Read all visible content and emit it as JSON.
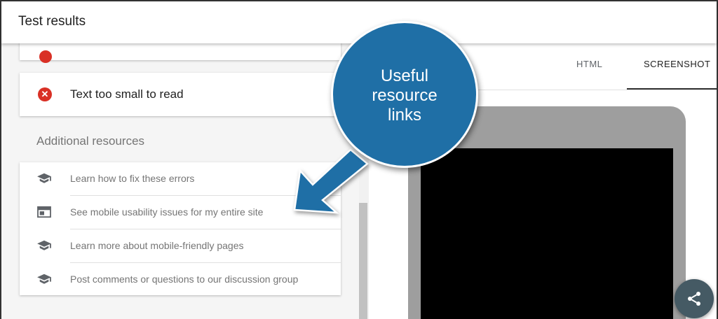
{
  "header": {
    "title": "Test results"
  },
  "issues": {
    "error_label": "Text too small to read"
  },
  "resources": {
    "section_title": "Additional resources",
    "items": [
      {
        "label": "Learn how to fix these errors",
        "icon": "graduation-cap-icon"
      },
      {
        "label": "See mobile usability issues for my entire site",
        "icon": "web-page-icon"
      },
      {
        "label": "Learn more about mobile-friendly pages",
        "icon": "graduation-cap-icon"
      },
      {
        "label": "Post comments or questions to our discussion group",
        "icon": "graduation-cap-icon"
      }
    ]
  },
  "tabs": {
    "html": "HTML",
    "screenshot": "SCREENSHOT",
    "active": "SCREENSHOT"
  },
  "callout": {
    "line1": "Useful",
    "line2": "resource",
    "line3": "links"
  },
  "colors": {
    "error": "#d93025",
    "callout": "#1f6fa6",
    "fab": "#455a64"
  }
}
